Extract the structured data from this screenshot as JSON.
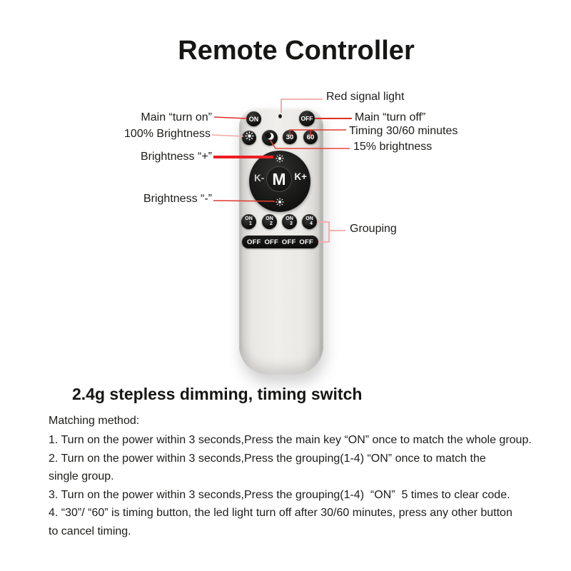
{
  "title": "Remote Controller",
  "colors": {
    "accent_red_thick": "#ee1c23",
    "accent_red": "#dd3a2c",
    "accent_pink": "#f2a7a7",
    "remote_body": "#eceae6",
    "button_black": "#121210",
    "text": "#1c1c1a"
  },
  "remote": {
    "signal_light": "red-signal-light",
    "power_on": "ON",
    "power_off": "OFF",
    "brightness_100_icon": "sun-icon",
    "brightness_15_icon": "moon-icon",
    "timer_30": "30",
    "timer_60": "60",
    "brightness_up_icon": "sun-icon",
    "brightness_down_icon": "sun-icon",
    "k_minus": "K-",
    "m_key": "M",
    "k_plus": "K+",
    "group_on": [
      {
        "label": "ON",
        "num": "1"
      },
      {
        "label": "ON",
        "num": "2"
      },
      {
        "label": "ON",
        "num": "3"
      },
      {
        "label": "ON",
        "num": "4"
      }
    ],
    "group_off": [
      "OFF",
      "OFF",
      "OFF",
      "OFF"
    ]
  },
  "callouts": {
    "left": [
      {
        "label": "Main “turn on”"
      },
      {
        "label": "100% Brightness"
      },
      {
        "label": "Brightness “+”"
      },
      {
        "label": "Brightness “-”"
      }
    ],
    "right": [
      {
        "label": "Red signal light"
      },
      {
        "label": "Main “turn off”"
      },
      {
        "label": "Timing 30/60 minutes"
      },
      {
        "label": "15% brightness"
      },
      {
        "label": "Grouping"
      }
    ]
  },
  "section": {
    "heading": "2.4g stepless dimming, timing switch",
    "intro": "Matching method:",
    "steps": [
      "1. Turn on the power within 3 seconds,Press the main key “ON” once to match the whole group.",
      "2. Turn on the power within 3 seconds,Press the grouping(1-4) “ON” once to match the\nsingle group.",
      "3. Turn on the power within 3 seconds,Press the grouping(1-4)  “ON”  5 times to clear code.",
      "4. “30”/ “60” is timing button, the led light turn off after 30/60 minutes, press any other button\nto cancel timing."
    ]
  }
}
